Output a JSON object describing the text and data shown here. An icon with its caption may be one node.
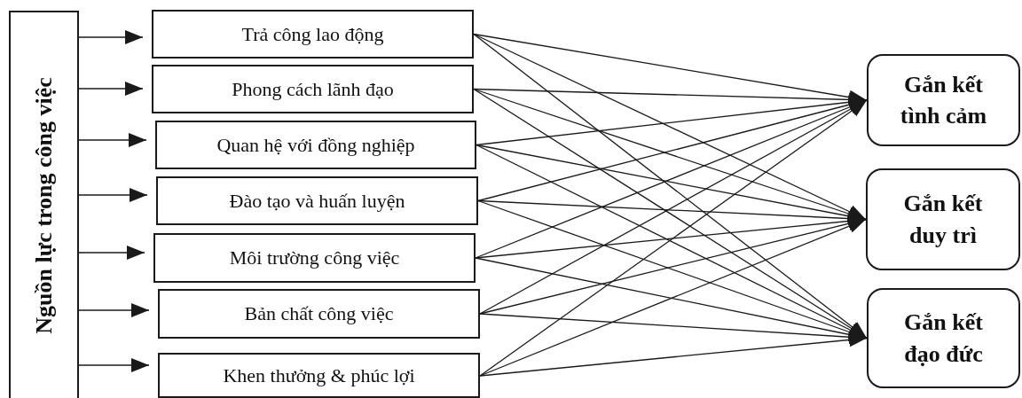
{
  "diagram": {
    "nodes": [
      {
        "text": [
          "Nguồn lực trong công việc"
        ]
      },
      {
        "text": [
          "Trả công lao động"
        ]
      },
      {
        "text": [
          "Phong cách lãnh đạo"
        ]
      },
      {
        "text": [
          "Quan hệ với đồng nghiệp"
        ]
      },
      {
        "text": [
          "Đào tạo và huấn luyện"
        ]
      },
      {
        "text": [
          "Môi trường công việc"
        ]
      },
      {
        "text": [
          "Bản chất công việc"
        ]
      },
      {
        "text": [
          "Khen thưởng & phúc lợi"
        ]
      },
      {
        "text": [
          "Gắn kết tình cảm"
        ]
      },
      {
        "text": [
          "Gắn kết duy trì"
        ]
      },
      {
        "text": [
          "Gắn kết đạo đức"
        ]
      }
    ],
    "edges": [
      {
        "from": 0,
        "to": 1,
        "arrow": "to"
      },
      {
        "from": 0,
        "to": 2,
        "arrow": "to"
      },
      {
        "from": 0,
        "to": 3,
        "arrow": "to"
      },
      {
        "from": 0,
        "to": 4,
        "arrow": "to"
      },
      {
        "from": 0,
        "to": 5,
        "arrow": "to"
      },
      {
        "from": 0,
        "to": 6,
        "arrow": "to"
      },
      {
        "from": 0,
        "to": 7,
        "arrow": "to"
      },
      {
        "from": 1,
        "to": 8,
        "arrow": "to"
      },
      {
        "from": 1,
        "to": 9,
        "arrow": "to"
      },
      {
        "from": 1,
        "to": 10,
        "arrow": "to"
      },
      {
        "from": 2,
        "to": 8,
        "arrow": "to"
      },
      {
        "from": 2,
        "to": 9,
        "arrow": "to"
      },
      {
        "from": 2,
        "to": 10,
        "arrow": "to"
      },
      {
        "from": 3,
        "to": 8,
        "arrow": "to"
      },
      {
        "from": 3,
        "to": 9,
        "arrow": "to"
      },
      {
        "from": 3,
        "to": 10,
        "arrow": "to"
      },
      {
        "from": 4,
        "to": 8,
        "arrow": "to"
      },
      {
        "from": 4,
        "to": 9,
        "arrow": "to"
      },
      {
        "from": 4,
        "to": 10,
        "arrow": "to"
      },
      {
        "from": 5,
        "to": 8,
        "arrow": "to"
      },
      {
        "from": 5,
        "to": 9,
        "arrow": "to"
      },
      {
        "from": 5,
        "to": 10,
        "arrow": "to"
      },
      {
        "from": 6,
        "to": 8,
        "arrow": "to"
      },
      {
        "from": 6,
        "to": 9,
        "arrow": "to"
      },
      {
        "from": 6,
        "to": 10,
        "arrow": "to"
      },
      {
        "from": 7,
        "to": 8,
        "arrow": "to"
      },
      {
        "from": 7,
        "to": 9,
        "arrow": "to"
      },
      {
        "from": 7,
        "to": 10,
        "arrow": "to"
      }
    ]
  }
}
